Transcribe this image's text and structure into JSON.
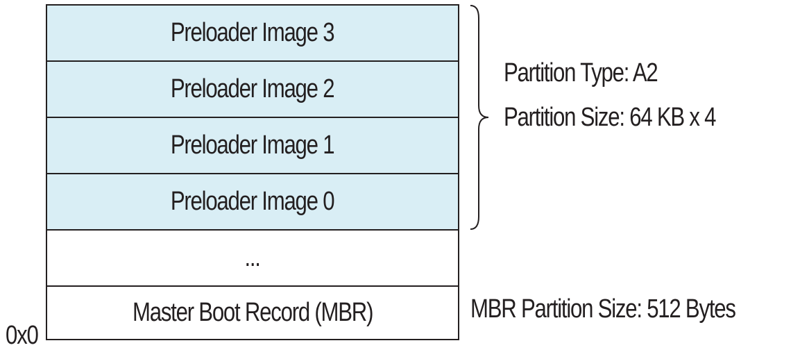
{
  "colors": {
    "preloader_fill": "#d9eef5",
    "plain_fill": "#ffffff",
    "line": "#231f20"
  },
  "blocks": [
    {
      "label": "Preloader Image 3",
      "kind": "preloader"
    },
    {
      "label": "Preloader Image 2",
      "kind": "preloader"
    },
    {
      "label": "Preloader Image 1",
      "kind": "preloader"
    },
    {
      "label": "Preloader Image 0",
      "kind": "preloader"
    },
    {
      "label": "...",
      "kind": "plain"
    },
    {
      "label": "Master Boot Record (MBR)",
      "kind": "plain"
    }
  ],
  "partition_info": {
    "type_label": "Partition Type: A2",
    "size_label": "Partition Size: 64 KB x 4"
  },
  "mbr_info": {
    "size_label": "MBR Partition Size: 512 Bytes"
  },
  "address": {
    "start": "0x0"
  }
}
